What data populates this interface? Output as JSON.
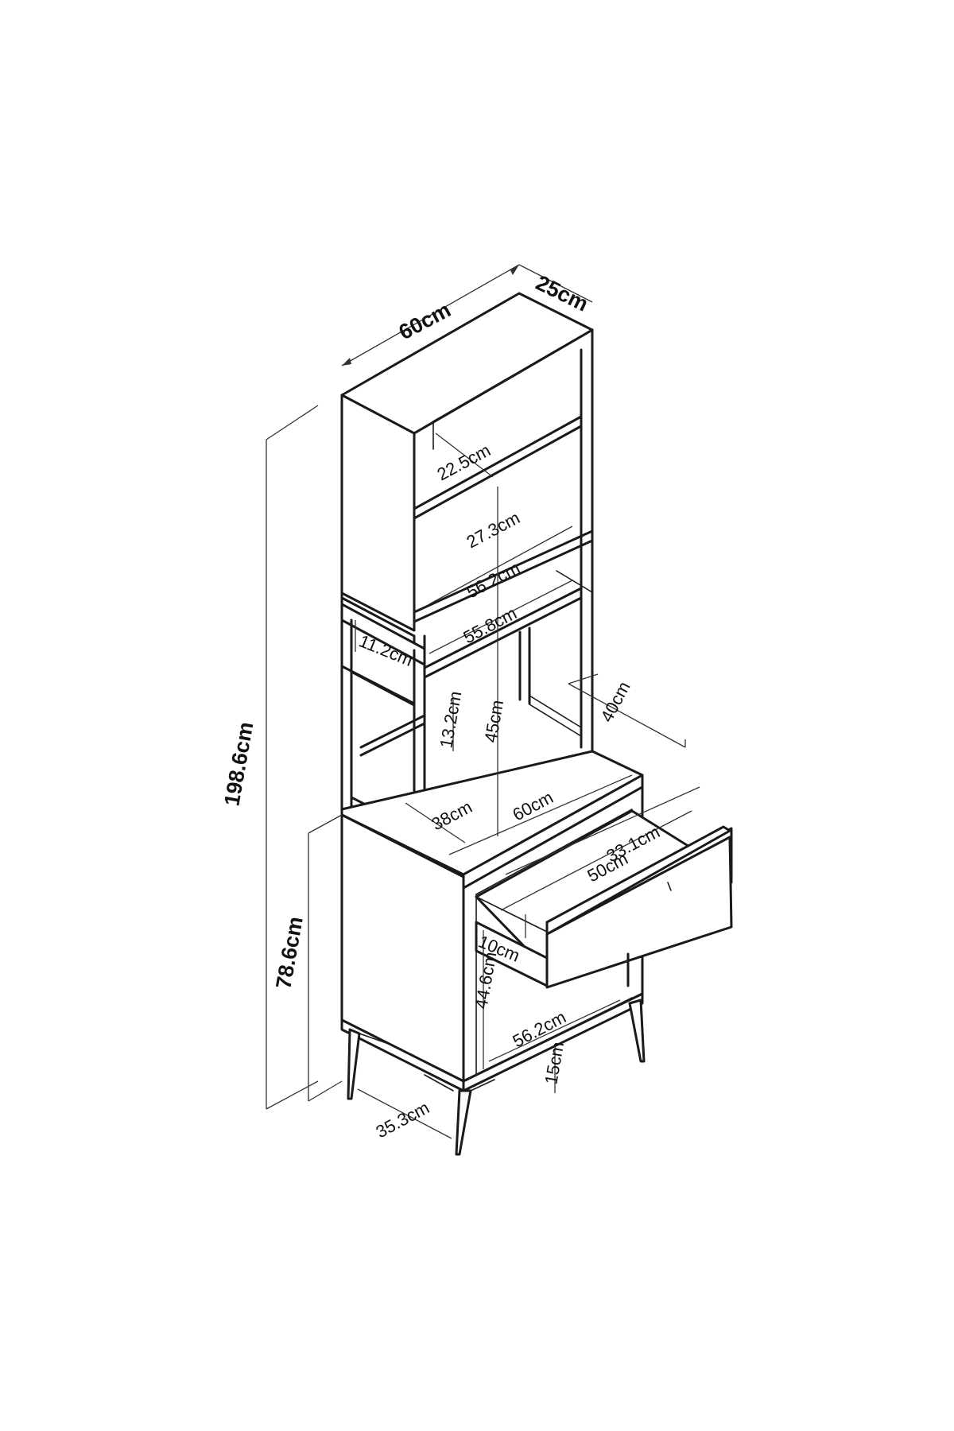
{
  "dimensions": {
    "top_width": "60cm",
    "top_depth": "25cm",
    "total_height": "198.6cm",
    "base_height": "78.6cm",
    "upper_shelf_gap": "22.5cm",
    "middle_shelf_gap": "27.3cm",
    "hutch_inner_width": "56.2cm",
    "open_shelf_width": "55.8cm",
    "side_panel_height": "11.2cm",
    "rail_gap": "13.2cm",
    "open_area_height": "45cm",
    "counter_depth": "40cm",
    "counter_inner_depth": "38cm",
    "counter_width": "60cm",
    "drawer_inner_width": "33.1cm",
    "drawer_length": "50cm",
    "drawer_height": "10cm",
    "cabinet_inner_height": "44.6cm",
    "cabinet_inner_width": "56.2cm",
    "leg_height": "15cm",
    "side_depth": "35.3cm"
  }
}
